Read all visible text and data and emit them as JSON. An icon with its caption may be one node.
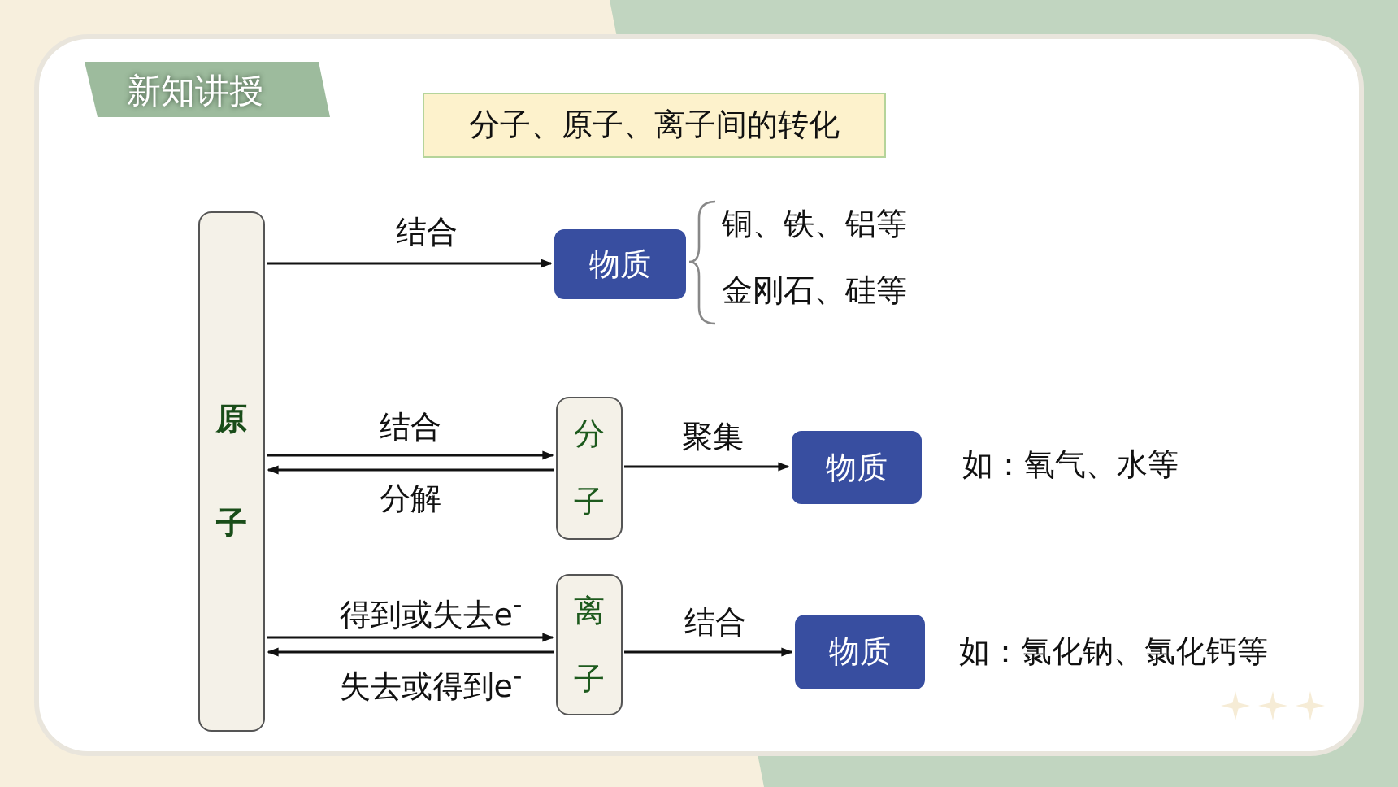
{
  "diagram": {
    "title": "分子、原子、离子间的转化",
    "nodes": [
      {
        "text": [
          "原子"
        ]
      },
      {
        "text": [
          "物质"
        ],
        "beside": [
          "铜、铁、铝等",
          "金刚石、硅等"
        ]
      },
      {
        "text": [
          "分子"
        ]
      },
      {
        "text": [
          "物质"
        ],
        "beside": [
          "如：氧气、水等"
        ]
      },
      {
        "text": [
          "离子"
        ]
      },
      {
        "text": [
          "物质"
        ],
        "beside": [
          "如：氯化钠、氯化钙等"
        ]
      }
    ],
    "edges": [
      {
        "from": 0,
        "to": 1,
        "arrow": "to",
        "label": "结合"
      },
      {
        "from": 0,
        "to": 2,
        "arrow": "to",
        "label": "结合"
      },
      {
        "from": 2,
        "to": 0,
        "arrow": "to",
        "label": "分解"
      },
      {
        "from": 2,
        "to": 3,
        "arrow": "to",
        "label": "聚集"
      },
      {
        "from": 0,
        "to": 4,
        "arrow": "to",
        "label": "得到或失去e$^{-}$"
      },
      {
        "from": 4,
        "to": 0,
        "arrow": "to",
        "label": "失去或得到e$^{-}$"
      },
      {
        "from": 4,
        "to": 5,
        "arrow": "to",
        "label": "结合"
      }
    ],
    "labels": [
      "新知讲授"
    ]
  }
}
